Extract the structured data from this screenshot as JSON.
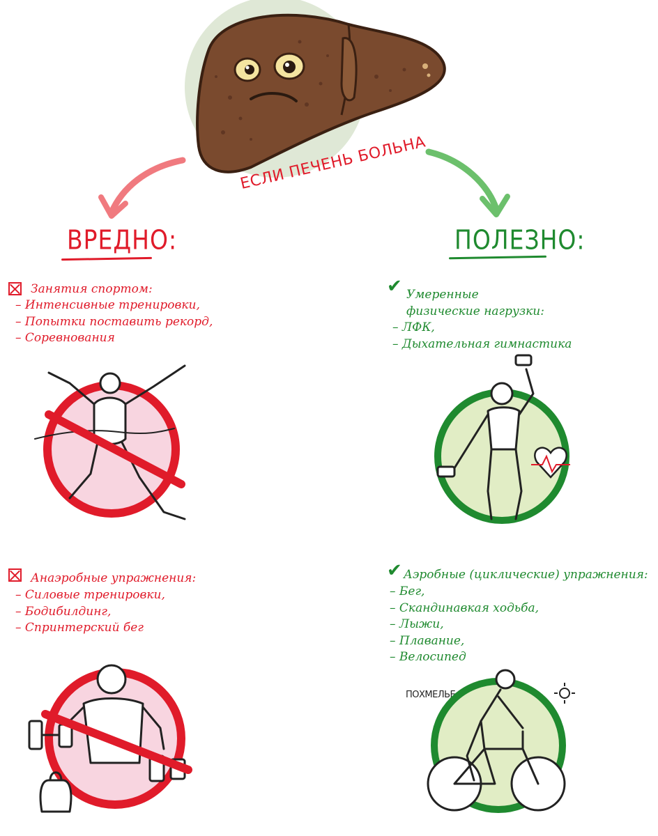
{
  "header": {
    "title": "ЕСЛИ ПЕЧЕНЬ БОЛЬНА"
  },
  "harmful": {
    "heading": "ВРЕДНО:",
    "color": "#e01b2a",
    "groups": [
      {
        "icon": "crossed-box-icon",
        "items": [
          "Занятия спортом:",
          "– Интенсивные тренировки,",
          "– Попытки поставить рекорд,",
          "– Соревнования"
        ]
      },
      {
        "icon": "crossed-box-icon",
        "items": [
          "Анаэробные упражнения:",
          "– Силовые тренировки,",
          "– Бодибилдинг,",
          "– Спринтерский бег"
        ]
      }
    ]
  },
  "useful": {
    "heading": "ПОЛЕЗНО:",
    "color": "#1f8a2f",
    "groups": [
      {
        "icon": "checkmark-icon",
        "items": [
          "Умеренные",
          "физические нагрузки:",
          "– ЛФК,",
          "– Дыхательная гимнастика"
        ]
      },
      {
        "icon": "checkmark-icon",
        "items": [
          "Аэробные (циклические) упражнения:",
          "– Бег,",
          "– Скандинавкая ходьба,",
          "– Лыжи,",
          "– Плавание,",
          "– Велосипед"
        ]
      }
    ]
  },
  "watermark": "ПОХМЕЛЬЕ.РФ"
}
